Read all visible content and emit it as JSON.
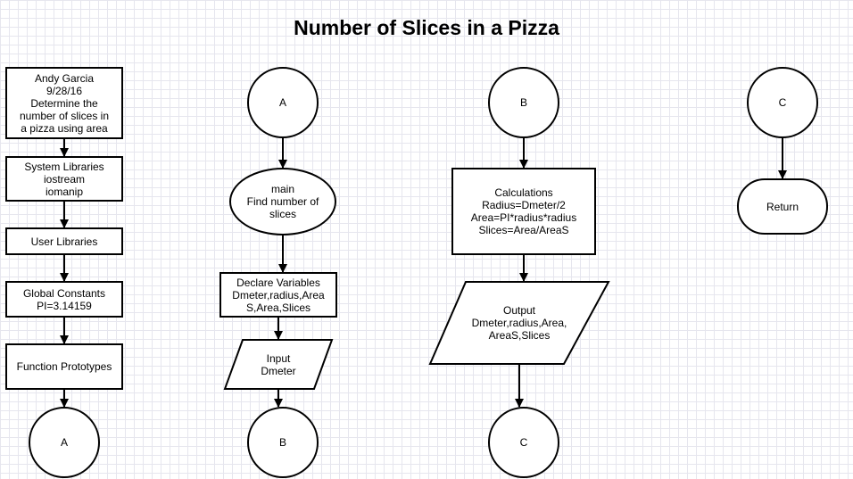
{
  "title": "Number of Slices in a Pizza",
  "col1": {
    "header": [
      "Andy Garcia",
      "9/28/16",
      "Determine the",
      "number of slices in",
      "a pizza using area"
    ],
    "system_libraries": [
      "System Libraries",
      "iostream",
      "iomanip"
    ],
    "user_libraries": "User Libraries",
    "global_constants": [
      "Global Constants",
      "PI=3.14159"
    ],
    "function_prototypes": "Function Prototypes",
    "connector_out": "A"
  },
  "col2": {
    "connector_in": "A",
    "main": [
      "main",
      "Find number of",
      "slices"
    ],
    "declare": [
      "Declare Variables",
      "Dmeter,radius,Area",
      "S,Area,Slices"
    ],
    "input": [
      "Input",
      "Dmeter"
    ],
    "connector_out": "B"
  },
  "col3": {
    "connector_in": "B",
    "calculations": [
      "Calculations",
      "Radius=Dmeter/2",
      "Area=PI*radius*radius",
      "Slices=Area/AreaS"
    ],
    "output": [
      "Output",
      "Dmeter,radius,Area,",
      "AreaS,Slices"
    ],
    "connector_out": "C"
  },
  "col4": {
    "connector_in": "C",
    "return": "Return"
  }
}
